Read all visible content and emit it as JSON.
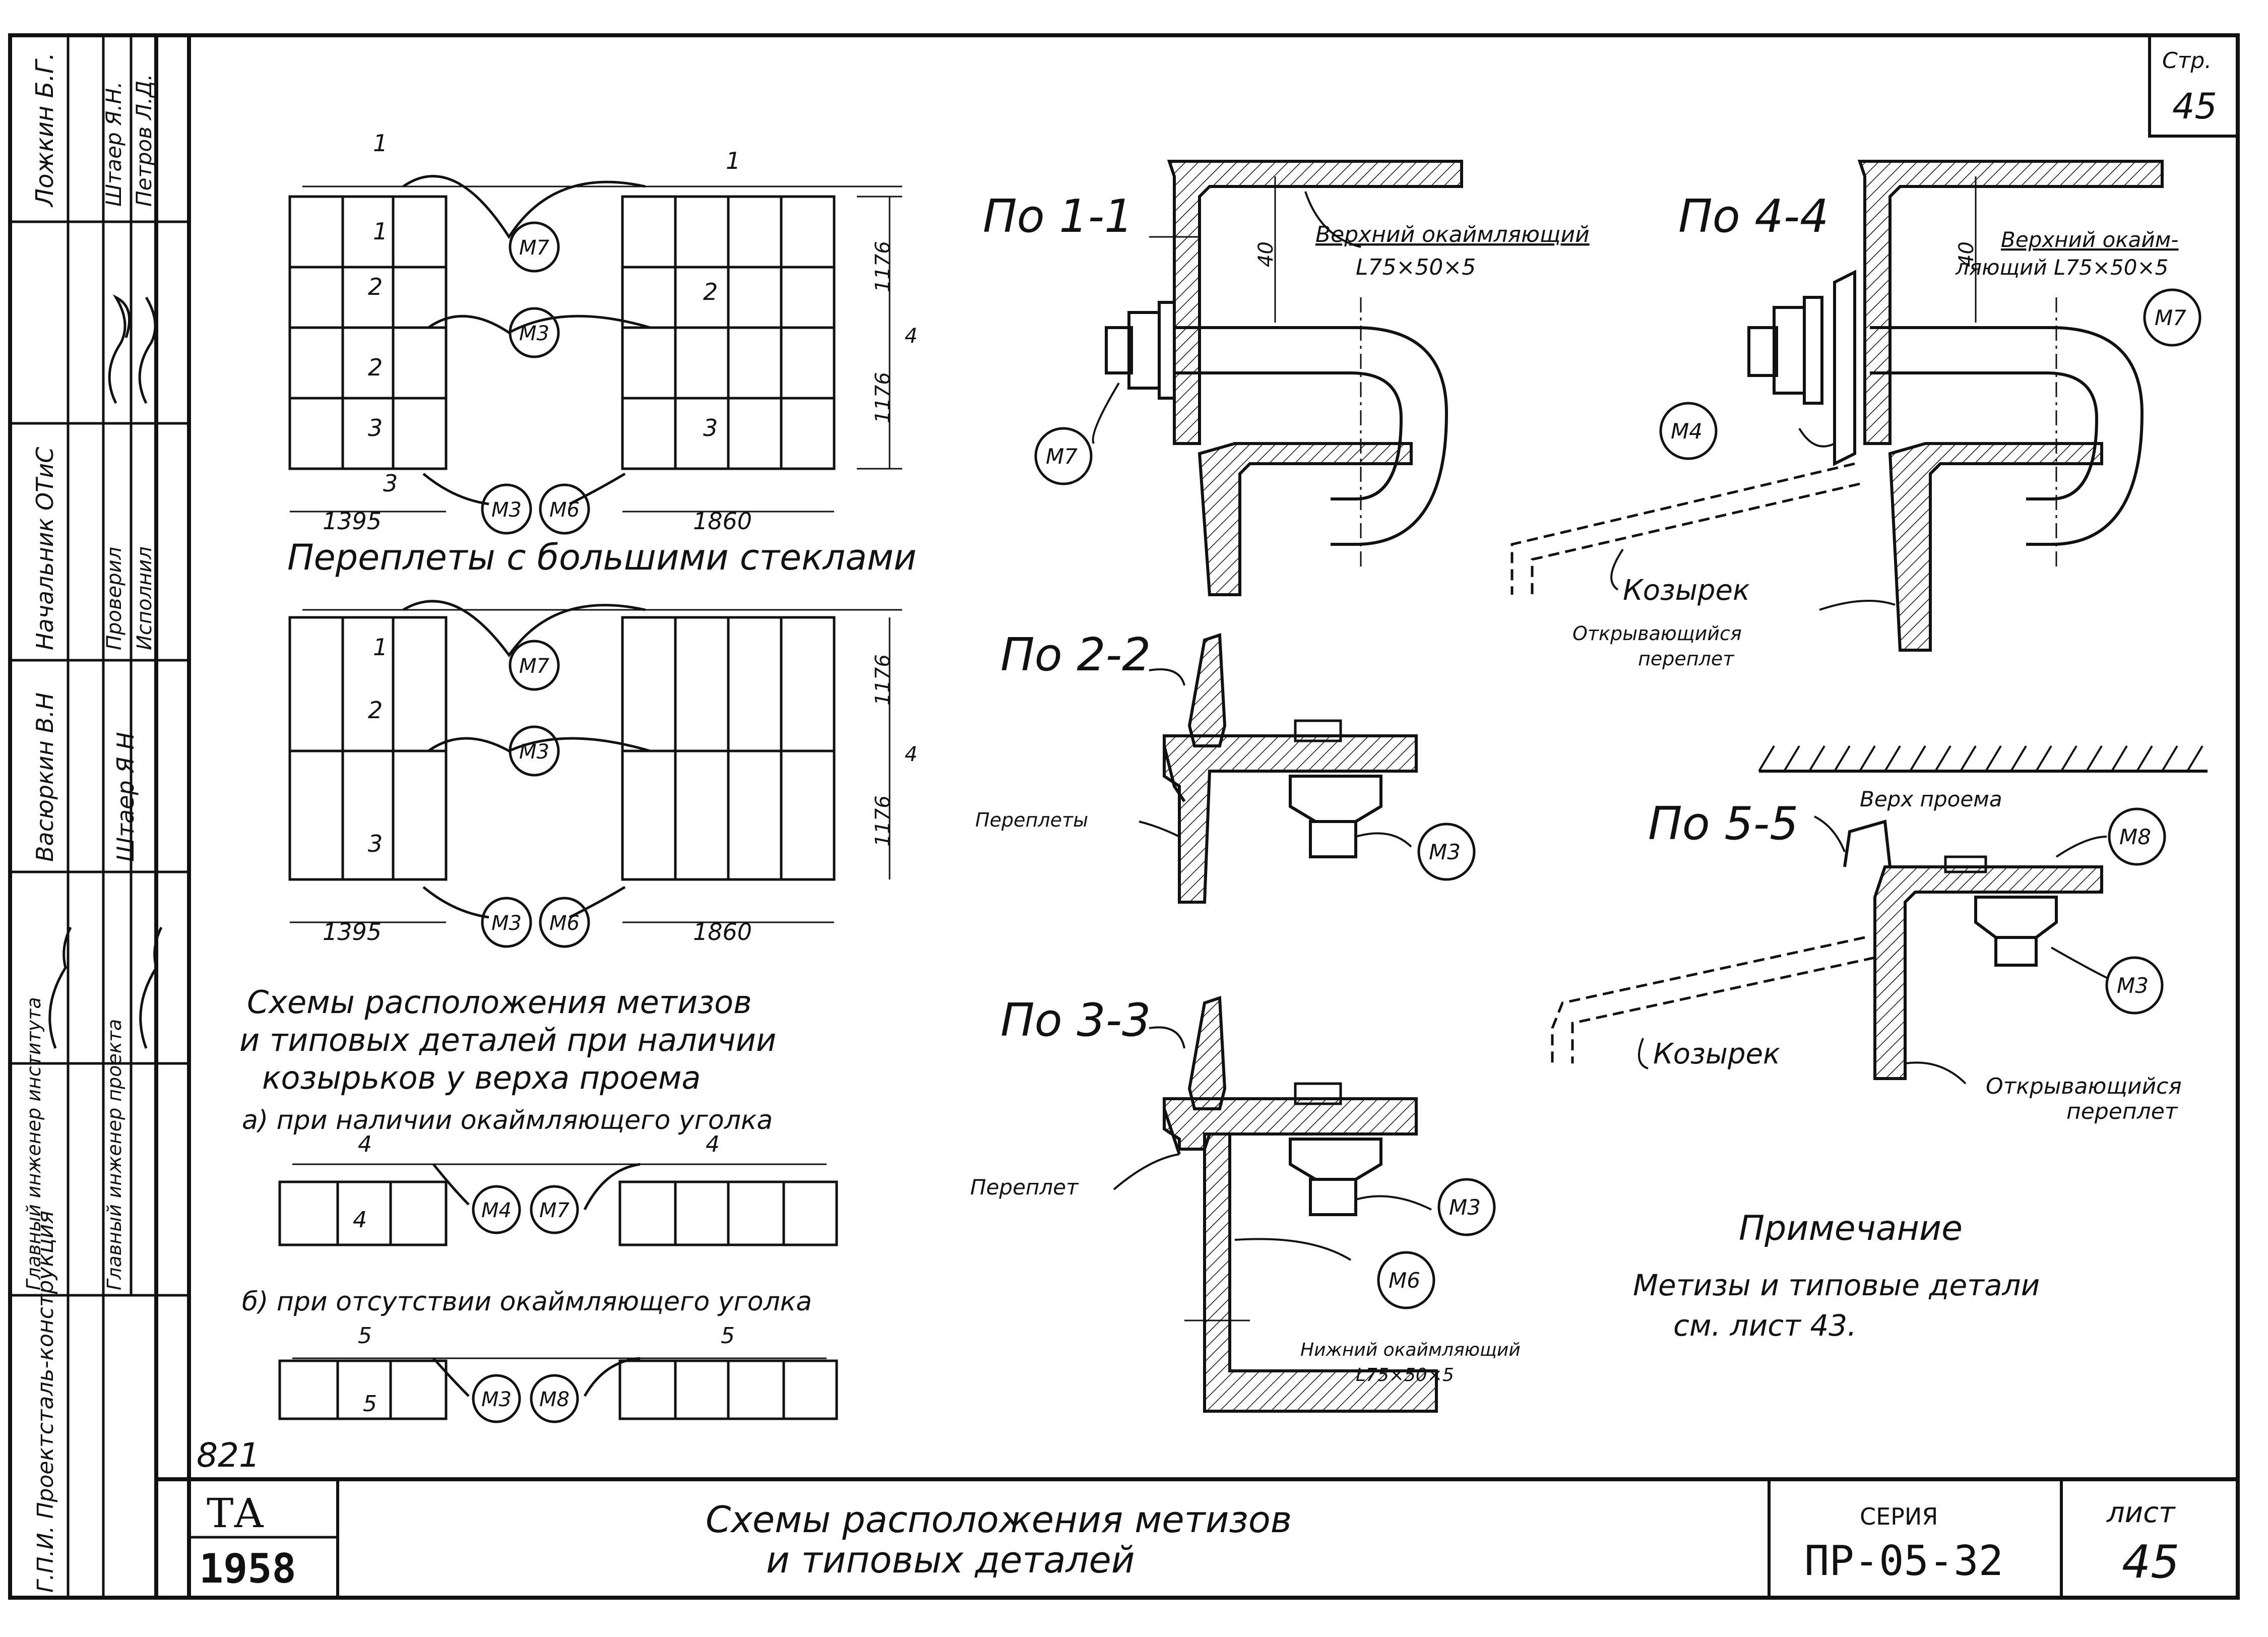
{
  "sheet": {
    "page_label": "Стр.",
    "page_num": "45",
    "title_line1": "Схемы расположения метизов",
    "title_line2": "и типовых деталей",
    "series_label": "СЕРИЯ",
    "series_value": "ПР-05-32",
    "sheet_label": "лист",
    "sheet_value": "45",
    "logo": "ТА",
    "year": "1958",
    "number_821": "821"
  },
  "side_stamp": {
    "org": "Г.П.И. Проектсталь-конструкция",
    "roles": [
      "Главный инженер института",
      "Главный инженер проекта",
      "Начальник ОТиС",
      "Проверил",
      "Исполнил"
    ],
    "names": [
      "Ложкин Б.Г.",
      "Штаер Я.Н.",
      "Петров Л.Д.",
      "Васюркин В.Н",
      "Штаер Я Н"
    ]
  },
  "left": {
    "caption_large": "Переплеты с большими стеклами",
    "dim_1395": "1395",
    "dim_1860": "1860",
    "dim_1176": "1176",
    "dim_4": "4",
    "sec_1": "1",
    "sec_2": "2",
    "sec_3": "3",
    "sec_4": "4",
    "sec_5": "5",
    "m7": "М7",
    "m3": "М3",
    "m6": "М6",
    "m4": "М4",
    "m8": "М8",
    "schemes_1": "Схемы расположения метизов",
    "schemes_2": "и типовых деталей при наличии",
    "schemes_3": "козырьков у верха проема",
    "case_a": "а) при наличии окаймляющего уголка",
    "case_b": "б) при отсутствии окаймляющего уголка"
  },
  "sections": {
    "s11": "По 1-1",
    "s22": "По 2-2",
    "s33": "По 3-3",
    "s44": "По 4-4",
    "s55": "По 5-5",
    "top_angle_1": "Верхний окаймляющий",
    "top_angle_2": "L75×50×5",
    "top_angle_44_1": "Верхний окайм-",
    "top_angle_44_2": "ляющий L75×50×5",
    "dim40": "40",
    "visor": "Козырек",
    "opening_1": "Открывающийся",
    "opening_2": "переплет",
    "sashes": "Переплеты",
    "sash": "Переплет",
    "bottom_angle_1": "Нижний окаймляющий",
    "bottom_angle_2": "L75×50×5",
    "top_of_opening": "Верх проема"
  },
  "note": {
    "title": "Примечание",
    "line1": "Метизы и типовые детали",
    "line2": "см. лист 43."
  }
}
